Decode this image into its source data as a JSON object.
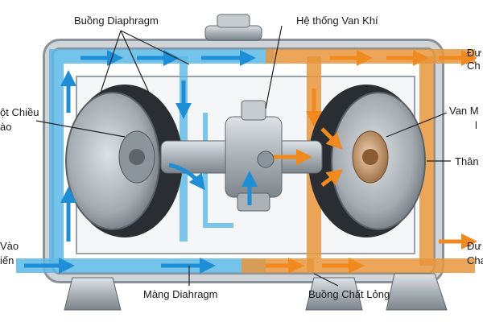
{
  "labels": {
    "diaphragm_chamber": "Buồng Diaphragm",
    "air_valve_system": "Hệ thống Van Khí",
    "outlet_top_line1": "Đư",
    "outlet_top_line2": "Ch",
    "check_valve_left_line1": "ột Chiều",
    "check_valve_left_line2": "ào",
    "valve_right_line1": "Van M",
    "valve_right_line2": "l",
    "body_right": "Thân",
    "inlet_line1": "Vào",
    "inlet_line2": "iến",
    "membrane": "Màng Diahragm",
    "fluid_chamber": "Buồng Chất Lỏng",
    "outlet_bottom_line1": "Đư",
    "outlet_bottom_line2": "Cha"
  },
  "colors": {
    "flow_blue": "#5cb8e6",
    "flow_orange": "#e8963c",
    "arrow_blue": "#1e8fd6",
    "arrow_orange": "#f08a1e",
    "metal": "#b8bec4",
    "metal_dark": "#6e767e",
    "diaphragm": "#2a2d31",
    "valve_bronze": "#c89a6a"
  },
  "icons": [
    "flow-arrow",
    "leader-line"
  ]
}
